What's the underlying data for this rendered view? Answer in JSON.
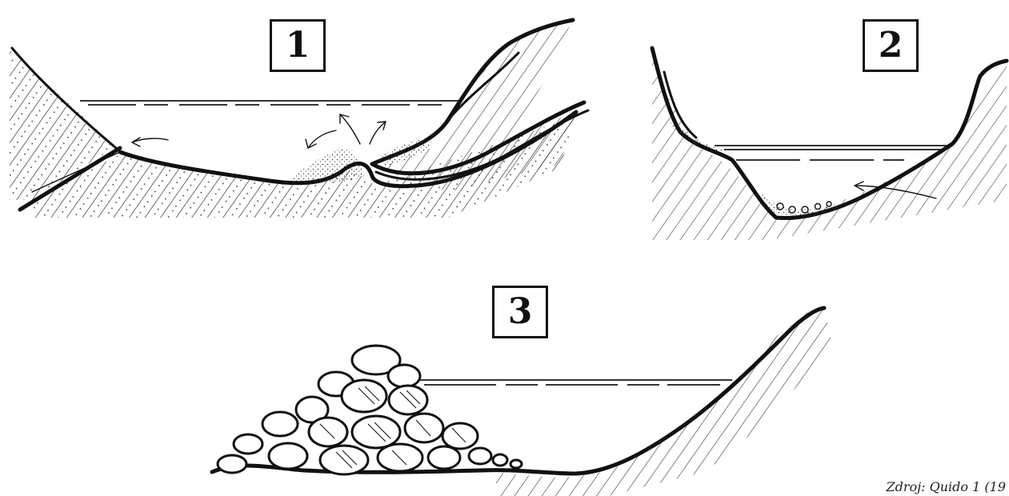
{
  "panels": [
    {
      "id": "1",
      "label": "1"
    },
    {
      "id": "2",
      "label": "2"
    },
    {
      "id": "3",
      "label": "3"
    }
  ],
  "credit": "Zdroj: Quido 1 (19",
  "colors": {
    "ink": "#111111",
    "background": "#ffffff"
  }
}
